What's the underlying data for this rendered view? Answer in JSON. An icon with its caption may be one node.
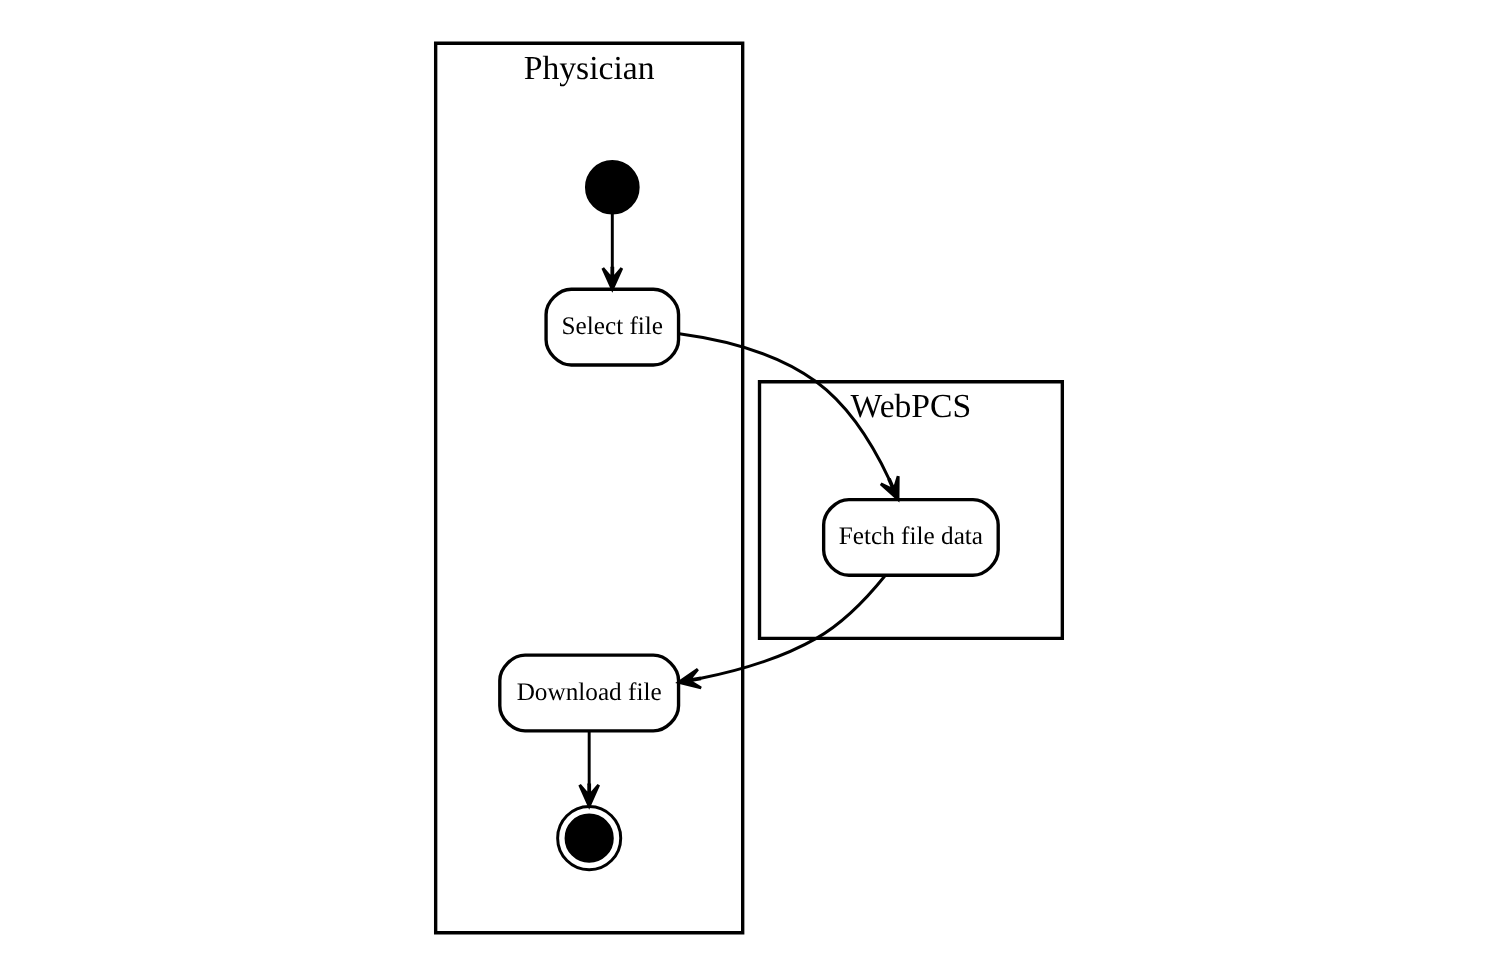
{
  "diagram": {
    "nodes": [
      {
        "text": [
          "Physician"
        ]
      },
      {
        "text": [
          "WebPCS"
        ]
      },
      {
        "text": [],
        "shape": "circle",
        "in": 0
      },
      {
        "text": [
          "Select file"
        ],
        "in": 0
      },
      {
        "text": [
          "Fetch file data"
        ],
        "in": 1
      },
      {
        "text": [
          "Download file"
        ],
        "in": 0
      },
      {
        "text": [],
        "shape": "circle",
        "in": 0
      }
    ],
    "edges": [
      {
        "from": 2,
        "to": 3,
        "arrow": "to"
      },
      {
        "from": 3,
        "to": 4,
        "arrow": "to"
      },
      {
        "from": 4,
        "to": 5,
        "arrow": "to"
      },
      {
        "from": 5,
        "to": 6,
        "arrow": "to"
      }
    ]
  }
}
